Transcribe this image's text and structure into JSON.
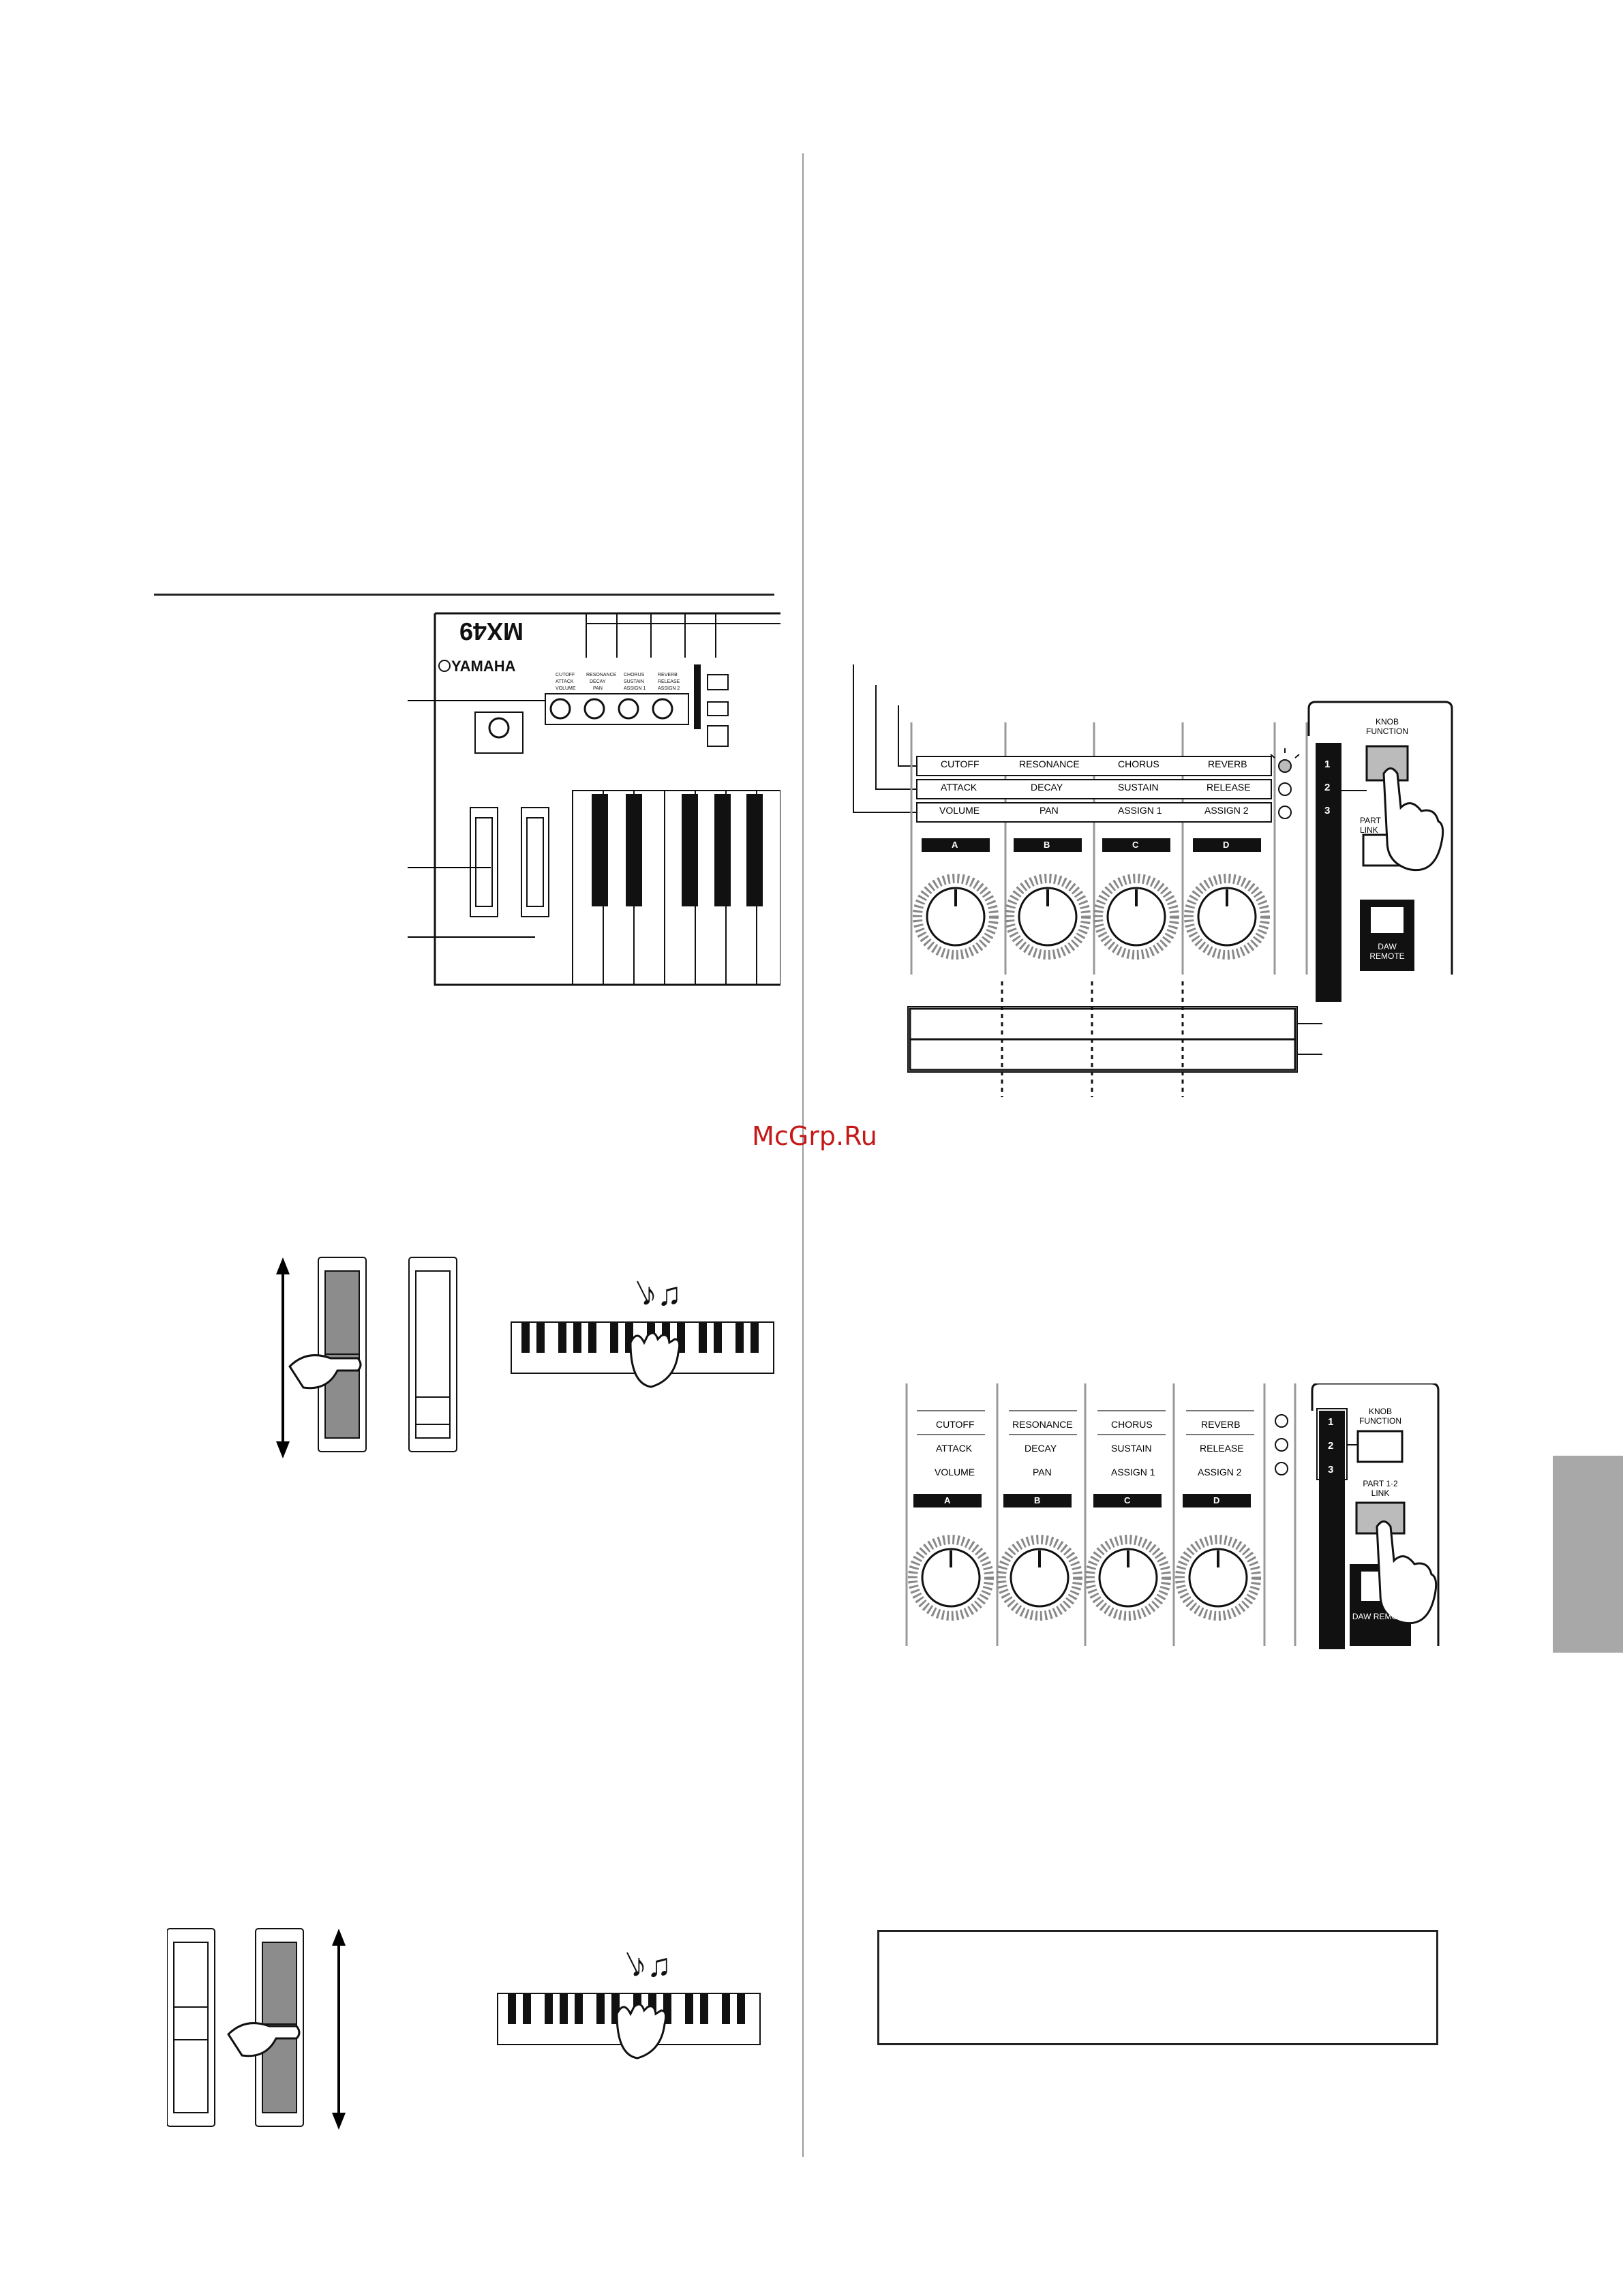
{
  "watermark": "McGrp.Ru",
  "keyboard_overview": {
    "logo_model": "MX49",
    "brand": "YAMAHA",
    "knob_rows": [
      [
        "CUTOFF",
        "RESONANCE",
        "CHORUS",
        "REVERB"
      ],
      [
        "ATTACK",
        "DECAY",
        "SUSTAIN",
        "RELEASE"
      ],
      [
        "VOLUME",
        "PAN",
        "ASSIGN 1",
        "ASSIGN 2"
      ]
    ]
  },
  "knob_panel_top": {
    "rows": [
      [
        "CUTOFF",
        "RESONANCE",
        "CHORUS",
        "REVERB"
      ],
      [
        "ATTACK",
        "DECAY",
        "SUSTAIN",
        "RELEASE"
      ],
      [
        "VOLUME",
        "PAN",
        "ASSIGN 1",
        "ASSIGN 2"
      ]
    ],
    "row_numbers": [
      "1",
      "2",
      "3"
    ],
    "knob_letters": [
      "A",
      "B",
      "C",
      "D"
    ],
    "knob_function_label": "KNOB FUNCTION",
    "part_link_partial": "PART LINK",
    "daw_remote_label": "DAW REMOTE"
  },
  "knob_panel_bottom": {
    "rows": [
      [
        "CUTOFF",
        "RESONANCE",
        "CHORUS",
        "REVERB"
      ],
      [
        "ATTACK",
        "DECAY",
        "SUSTAIN",
        "RELEASE"
      ],
      [
        "VOLUME",
        "PAN",
        "ASSIGN 1",
        "ASSIGN 2"
      ]
    ],
    "row_numbers": [
      "1",
      "2",
      "3"
    ],
    "knob_letters": [
      "A",
      "B",
      "C",
      "D"
    ],
    "knob_function_label": "KNOB FUNCTION",
    "part_link_label": "PART 1·2 LINK",
    "daw_remote_label": "DAW REMOTE"
  }
}
